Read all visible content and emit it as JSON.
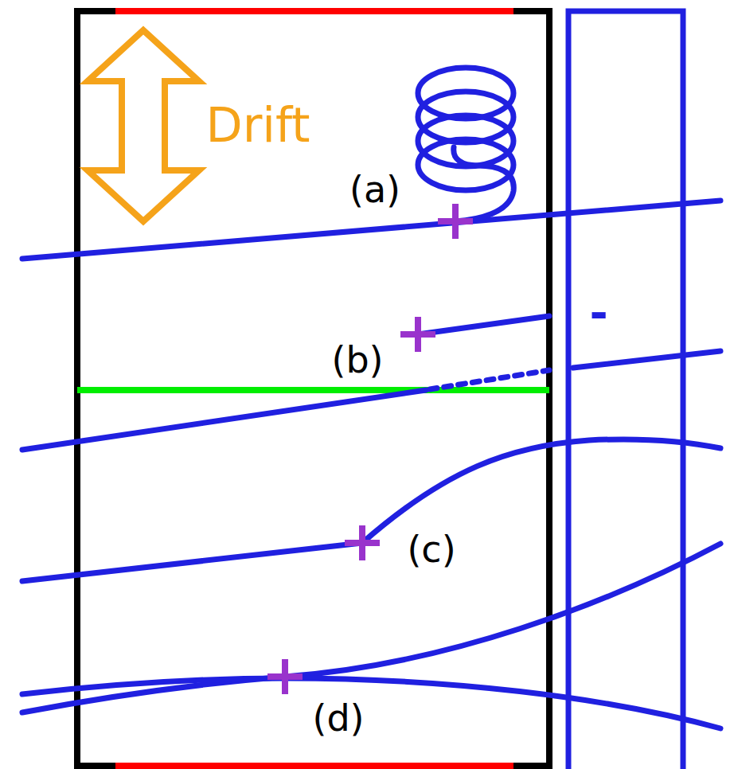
{
  "diagram": {
    "labels": [
      "Drift",
      "(a)",
      "(b)",
      "(c)",
      "(d)",
      "-"
    ]
  }
}
